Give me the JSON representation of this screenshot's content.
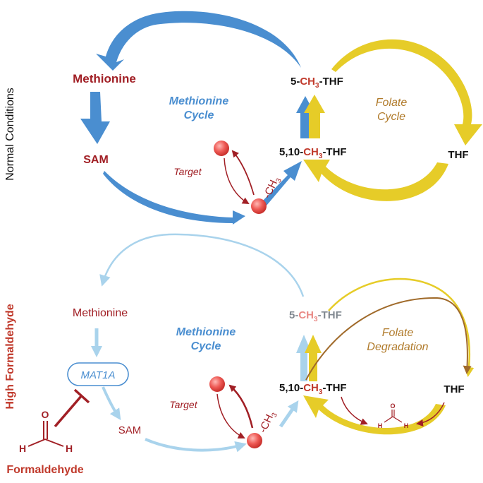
{
  "colors": {
    "blue": "#4a8ed0",
    "light_blue": "#a9d3ec",
    "yellow": "#e6cc28",
    "brown": "#a06a2a",
    "dark_red": "#a11f25",
    "red": "#c0392b",
    "black": "#111111",
    "grey": "#808890",
    "pink": "#e98a86"
  },
  "panels": {
    "normal": {
      "side_label": "Normal Conditions",
      "methionine": "Methionine",
      "sam": "SAM",
      "methionine_cycle_line1": "Methionine",
      "methionine_cycle_line2": "Cycle",
      "folate_cycle_line1": "Folate",
      "folate_cycle_line2": "Cycle",
      "target": "Target",
      "ch3": "CH",
      "ch3_sub": "3",
      "methyl_thf": {
        "prefix": "5-",
        "mid": "CH",
        "sub": "3",
        "suffix": "-THF"
      },
      "methylene_thf": {
        "prefix": "5,10-",
        "mid": "CH",
        "sub": "3",
        "suffix": "-THF"
      },
      "thf": "THF"
    },
    "formaldehyde": {
      "side_label": "High Formaldehyde",
      "methionine": "Methionine",
      "sam": "SAM",
      "mat1a": "MAT1A",
      "methionine_cycle_line1": "Methionine",
      "methionine_cycle_line2": "Cycle",
      "folate_degradation_line1": "Folate",
      "folate_degradation_line2": "Degradation",
      "target": "Target",
      "ch3": "CH",
      "ch3_sub": "3",
      "methyl_thf": {
        "prefix": "5-",
        "mid": "CH",
        "sub": "3",
        "suffix": "-THF"
      },
      "methylene_thf": {
        "prefix": "5,10-",
        "mid": "CH",
        "sub": "3",
        "suffix": "-THF"
      },
      "thf": "THF",
      "formaldehyde_label": "Formaldehyde",
      "atom_o": "O",
      "atom_h": "H"
    }
  }
}
